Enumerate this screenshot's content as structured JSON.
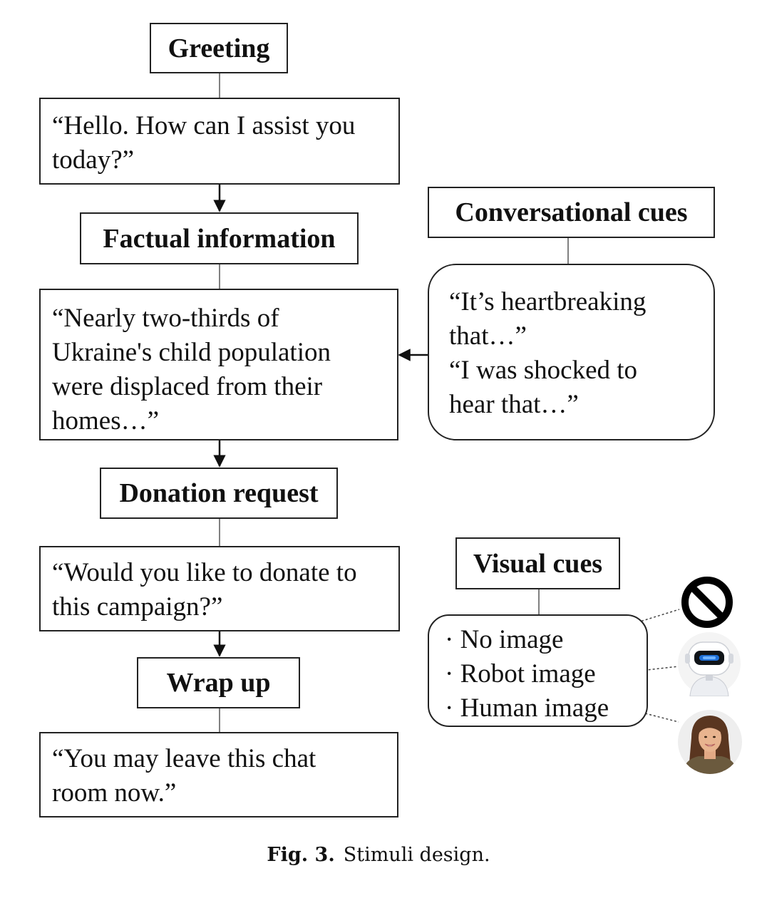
{
  "flow": {
    "greeting": {
      "label": "Greeting",
      "quote": [
        "“Hello. How can I assist you",
        "today?”"
      ]
    },
    "factual": {
      "label": "Factual information",
      "quote": [
        "“Nearly two-thirds of",
        "Ukraine's child population",
        "were displaced from their",
        "homes…”"
      ]
    },
    "donation": {
      "label": "Donation request",
      "quote": [
        "“Would you like to donate to",
        "this campaign?”"
      ]
    },
    "wrapup": {
      "label": "Wrap up",
      "quote": [
        "“You may leave this chat",
        "room now.”"
      ]
    }
  },
  "conversational": {
    "label": "Conversational cues",
    "quote": [
      "“It’s heartbreaking",
      "that…”",
      "“I was shocked to",
      "hear that…”"
    ]
  },
  "visual": {
    "label": "Visual cues",
    "items": [
      "· No image",
      "· Robot image",
      "· Human image"
    ],
    "icons": [
      "no-image-icon",
      "robot-icon",
      "human-portrait-icon"
    ]
  },
  "caption": {
    "fig_label": "Fig. 3.",
    "text": "Stimuli design."
  },
  "colors": {
    "stroke": "#222222",
    "background": "#ffffff",
    "skin": "#e8b48f",
    "hair": "#5a3620"
  }
}
